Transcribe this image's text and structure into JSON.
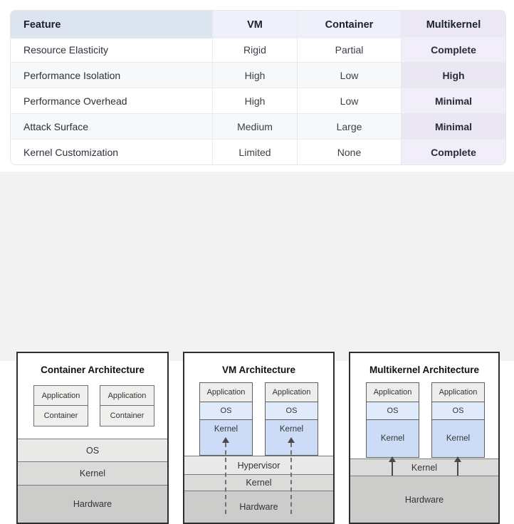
{
  "table": {
    "columns": [
      {
        "label": "Feature"
      },
      {
        "label": "VM"
      },
      {
        "label": "Container"
      },
      {
        "label": "Multikernel"
      }
    ],
    "rows": [
      {
        "feature": "Resource Elasticity",
        "vm": "Rigid",
        "container": "Partial",
        "multikernel": "Complete"
      },
      {
        "feature": "Performance Isolation",
        "vm": "High",
        "container": "Low",
        "multikernel": "High"
      },
      {
        "feature": "Performance Overhead",
        "vm": "High",
        "container": "Low",
        "multikernel": "Minimal"
      },
      {
        "feature": "Attack Surface",
        "vm": "Medium",
        "container": "Large",
        "multikernel": "Minimal"
      },
      {
        "feature": "Kernel Customization",
        "vm": "Limited",
        "container": "None",
        "multikernel": "Complete"
      }
    ],
    "colors": {
      "header_feature_bg": "#dce4f0",
      "header_vm_container_bg": "#eef0fa",
      "header_multikernel_bg": "#ebe7f4",
      "multikernel_col_bg": "#f1eef9",
      "multikernel_col_bg_alt": "#eae7f3",
      "row_alt_bg": "#f7f8fa"
    }
  },
  "diagrams": [
    {
      "title": "Container Architecture",
      "stacks": [
        [
          "Application",
          "Container"
        ],
        [
          "Application",
          "Container"
        ]
      ],
      "layers": [
        "OS",
        "Kernel",
        "Hardware"
      ],
      "arrows": "none"
    },
    {
      "title": "VM Architecture",
      "stacks": [
        [
          "Application",
          "OS",
          "Kernel"
        ],
        [
          "Application",
          "OS",
          "Kernel"
        ]
      ],
      "layers": [
        "Hypervisor",
        "Kernel",
        "Hardware"
      ],
      "arrows": "dashed"
    },
    {
      "title": "Multikernel Architecture",
      "stacks": [
        [
          "Application",
          "OS",
          "Kernel"
        ],
        [
          "Application",
          "OS",
          "Kernel"
        ]
      ],
      "layers": [
        "Kernel",
        "Hardware"
      ],
      "arrows": "solid"
    }
  ],
  "diagram_colors": {
    "stack_app_bg": "#eeedeb",
    "stack_os_bg": "#dfeafa",
    "stack_kernel_bg": "#ccdcf6",
    "layer_light": "#e9e9e8",
    "layer_mid": "#dbdbda",
    "layer_dark": "#cccccb",
    "band_bg": "#f2f2f2"
  }
}
